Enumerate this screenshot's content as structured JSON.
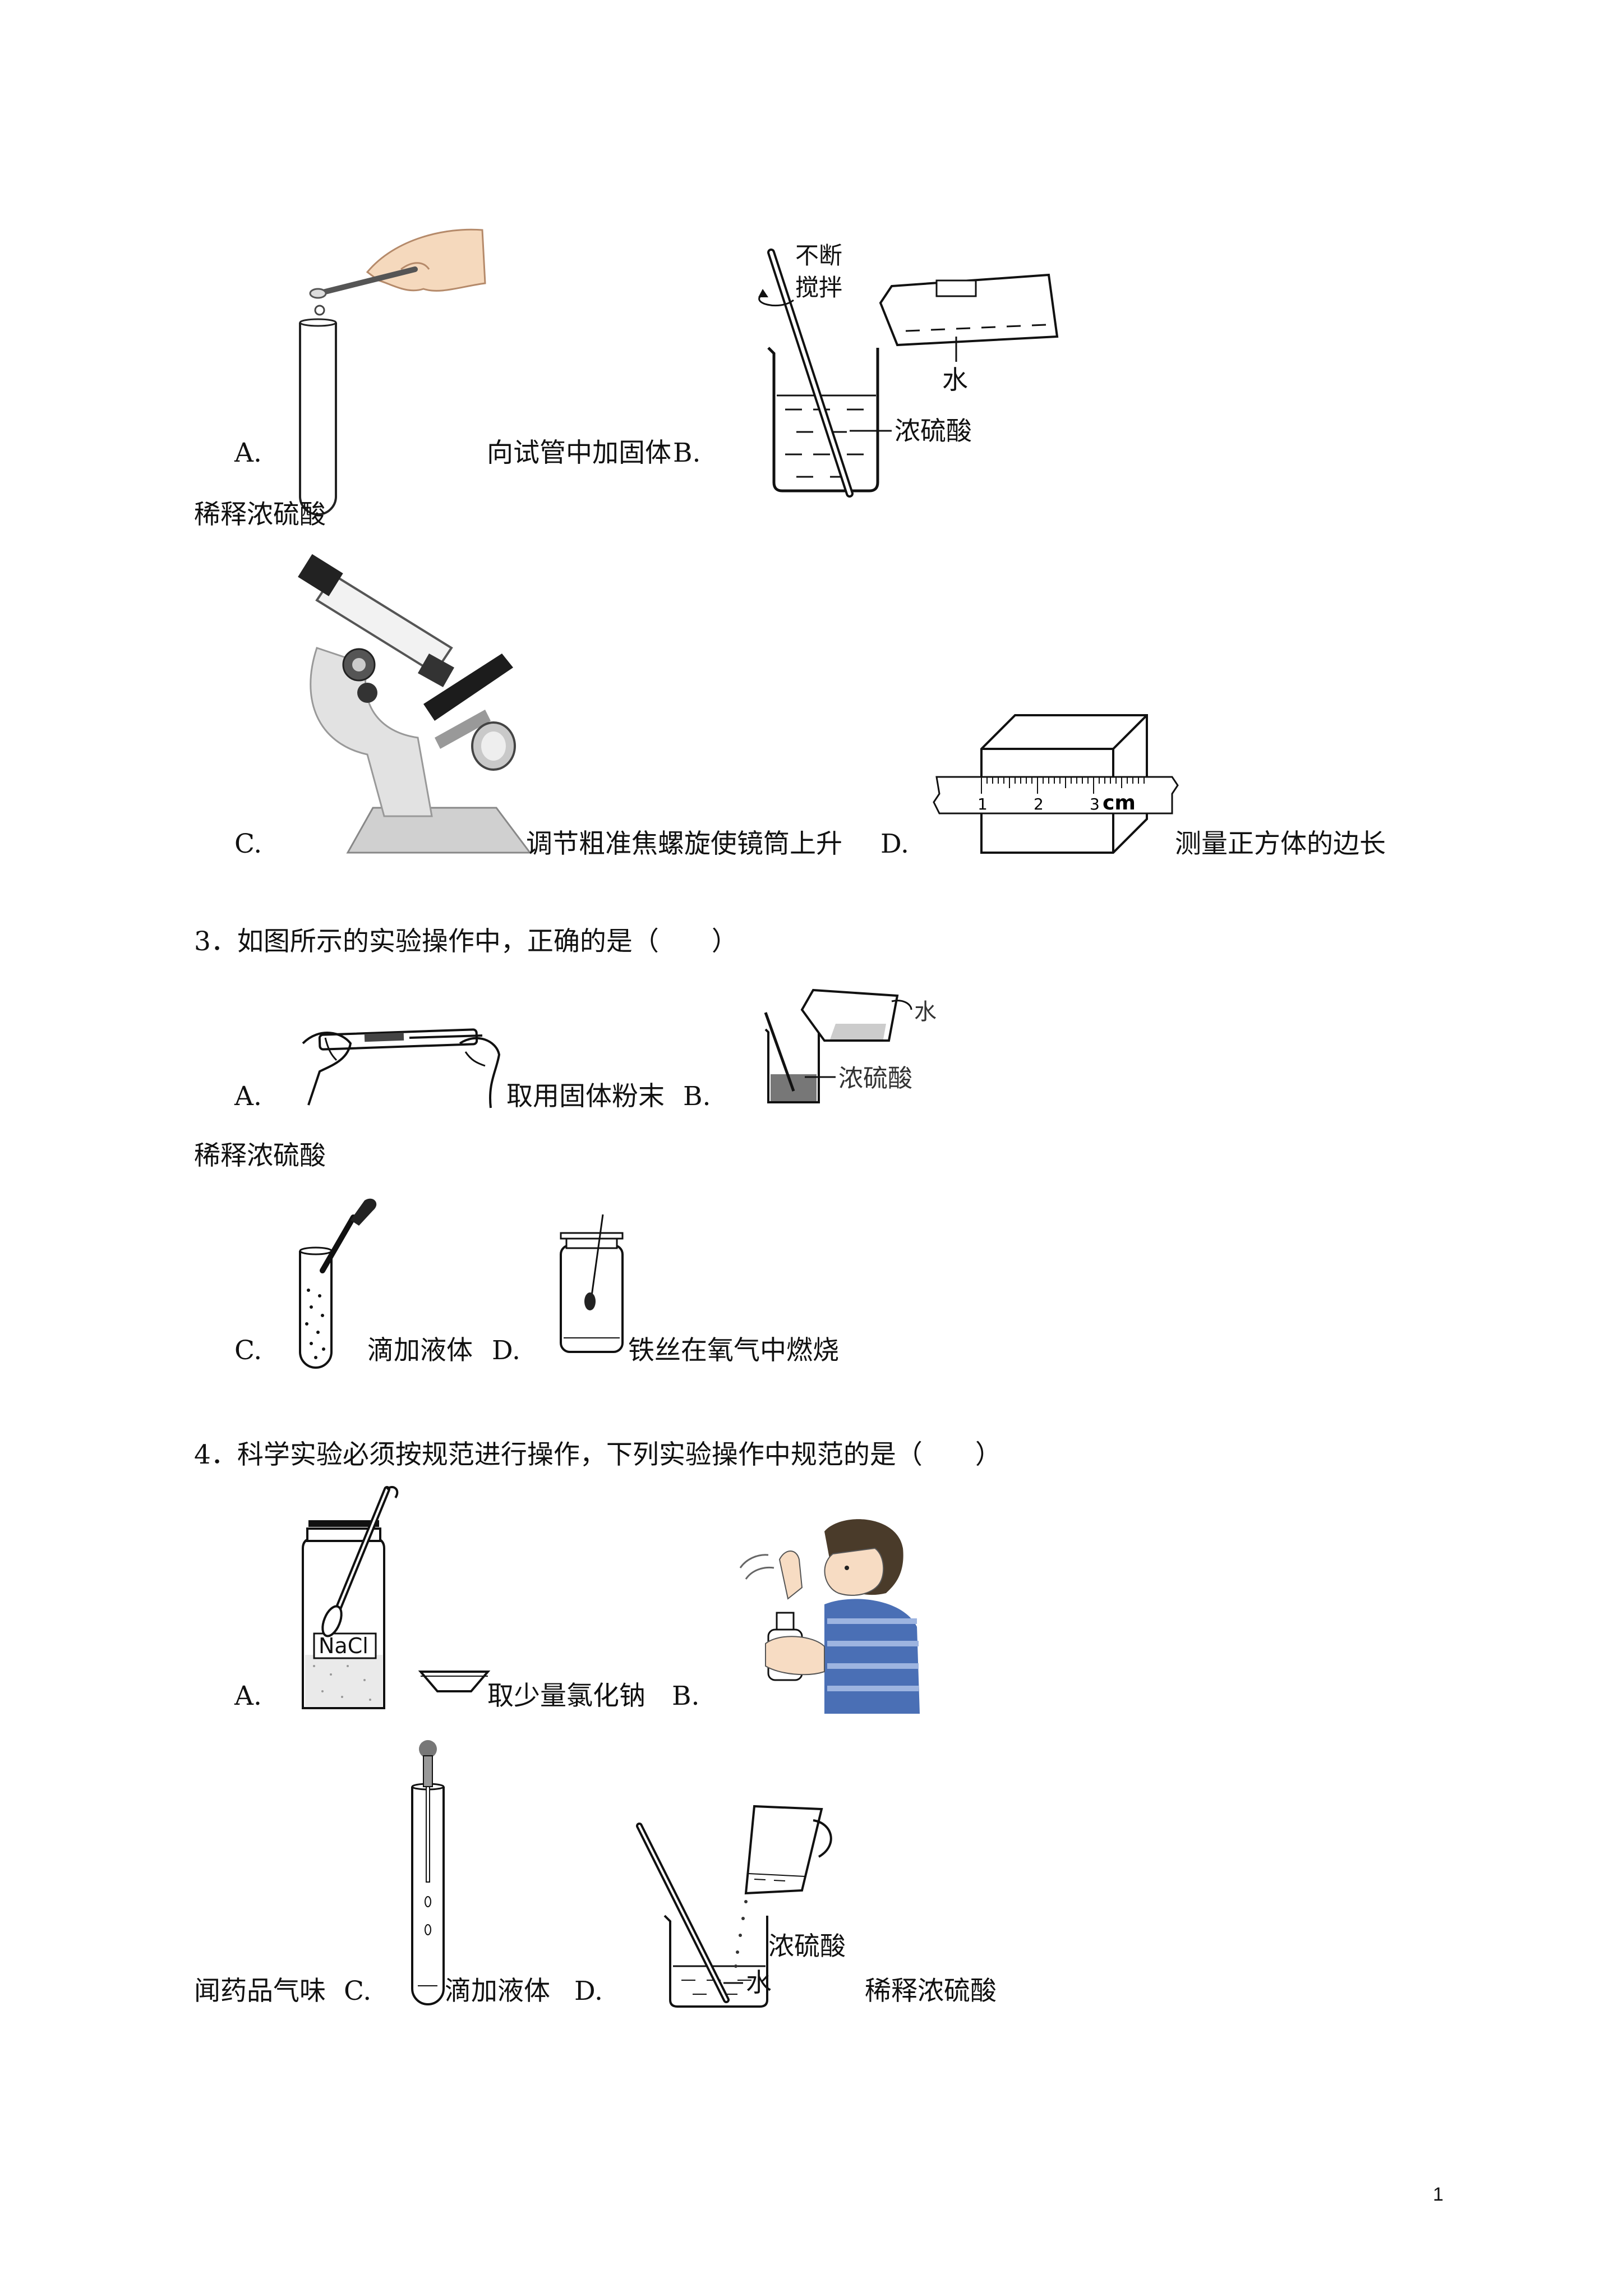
{
  "q2": {
    "a_label": "A.",
    "a_caption": "向试管中加固体",
    "b_label": "B.",
    "b_caption": "稀释浓硫酸",
    "b_fig": {
      "stir": "不断",
      "stir2": "搅拌",
      "water": "水",
      "acid": "浓硫酸"
    },
    "c_label": "C.",
    "c_caption": "调节粗准焦螺旋使镜筒上升",
    "d_label": "D.",
    "d_caption": "测量正方体的边长",
    "d_fig": {
      "t1": "1",
      "t2": "2",
      "t3": "3",
      "unit": "cm"
    }
  },
  "q3": {
    "stem": "3．如图所示的实验操作中，正确的是（　　）",
    "a_label": "A.",
    "a_caption": "取用固体粉末",
    "b_label": "B.",
    "b_caption": "稀释浓硫酸",
    "b_fig": {
      "water": "水",
      "acid": "浓硫酸"
    },
    "c_label": "C.",
    "c_caption": "滴加液体",
    "d_label": "D.",
    "d_caption": "铁丝在氧气中燃烧"
  },
  "q4": {
    "stem": "4．科学实验必须按规范进行操作，下列实验操作中规范的是（　　）",
    "a_label": "A.",
    "a_caption": "取少量氯化钠",
    "a_fig": {
      "bottle_label": "NaCl"
    },
    "b_label": "B.",
    "b_caption": "闻药品气味",
    "c_label": "C.",
    "c_caption": "滴加液体",
    "d_label": "D.",
    "d_caption": "稀释浓硫酸",
    "d_fig": {
      "acid": "浓硫酸",
      "water": "水"
    }
  },
  "page_number": "1"
}
